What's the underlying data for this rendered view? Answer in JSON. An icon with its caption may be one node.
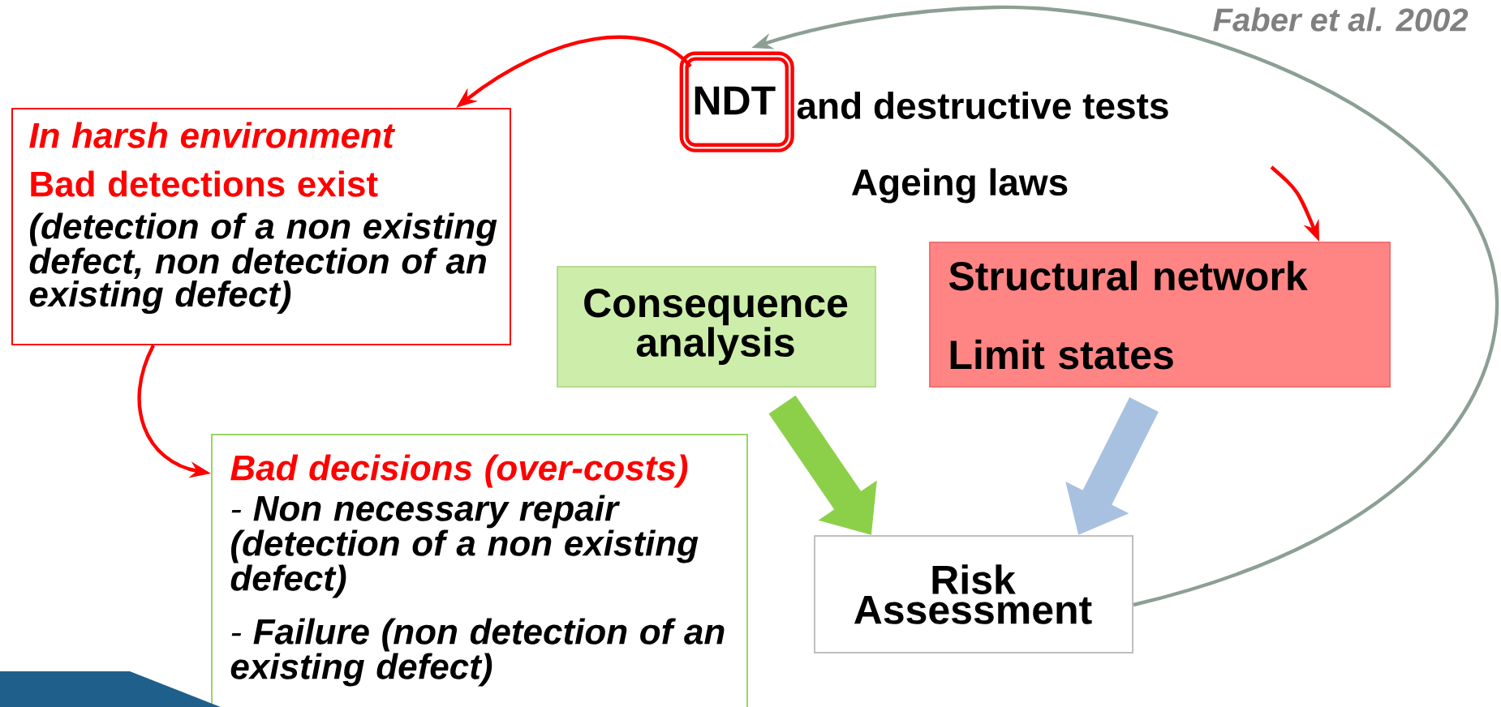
{
  "diagram": {
    "nodes": [
      {
        "text": [
          "In harsh environment",
          "Bad detections exist",
          "(detection of a non existing defect, non detection of an existing defect)"
        ]
      },
      {
        "text": [
          "NDT"
        ],
        "beside": [
          "and destructive tests"
        ]
      },
      {
        "text": [
          "Consequence analysis"
        ]
      },
      {
        "text": [
          "Structural network",
          "Limit states"
        ]
      },
      {
        "text": [
          "Bad decisions (over-costs)",
          "- **Non necessary repair (detection of a non existing defect)**",
          "- **Failure (non detection of an existing defect)**"
        ]
      },
      {
        "text": [
          "Risk Assessment"
        ]
      }
    ],
    "edges": [
      {
        "from": 5,
        "to": 1,
        "arrow": "to",
        "color": "#8c9f94"
      },
      {
        "from": 1,
        "to": 0,
        "arrow": "to",
        "color": "#ff0000"
      },
      {
        "from": 0,
        "to": 4,
        "arrow": "to",
        "color": "#ff0000"
      },
      {
        "from": null,
        "to": 3,
        "arrow": "to",
        "color": "#ff0000"
      },
      {
        "from": 2,
        "to": 5,
        "arrow": "to",
        "style": "thick",
        "color": "#8cd04a"
      },
      {
        "from": 3,
        "to": 5,
        "arrow": "to",
        "style": "thick",
        "color": "#a9c1e0"
      }
    ],
    "labels": [
      "Ageing laws",
      "Faber et al. 2002"
    ]
  }
}
